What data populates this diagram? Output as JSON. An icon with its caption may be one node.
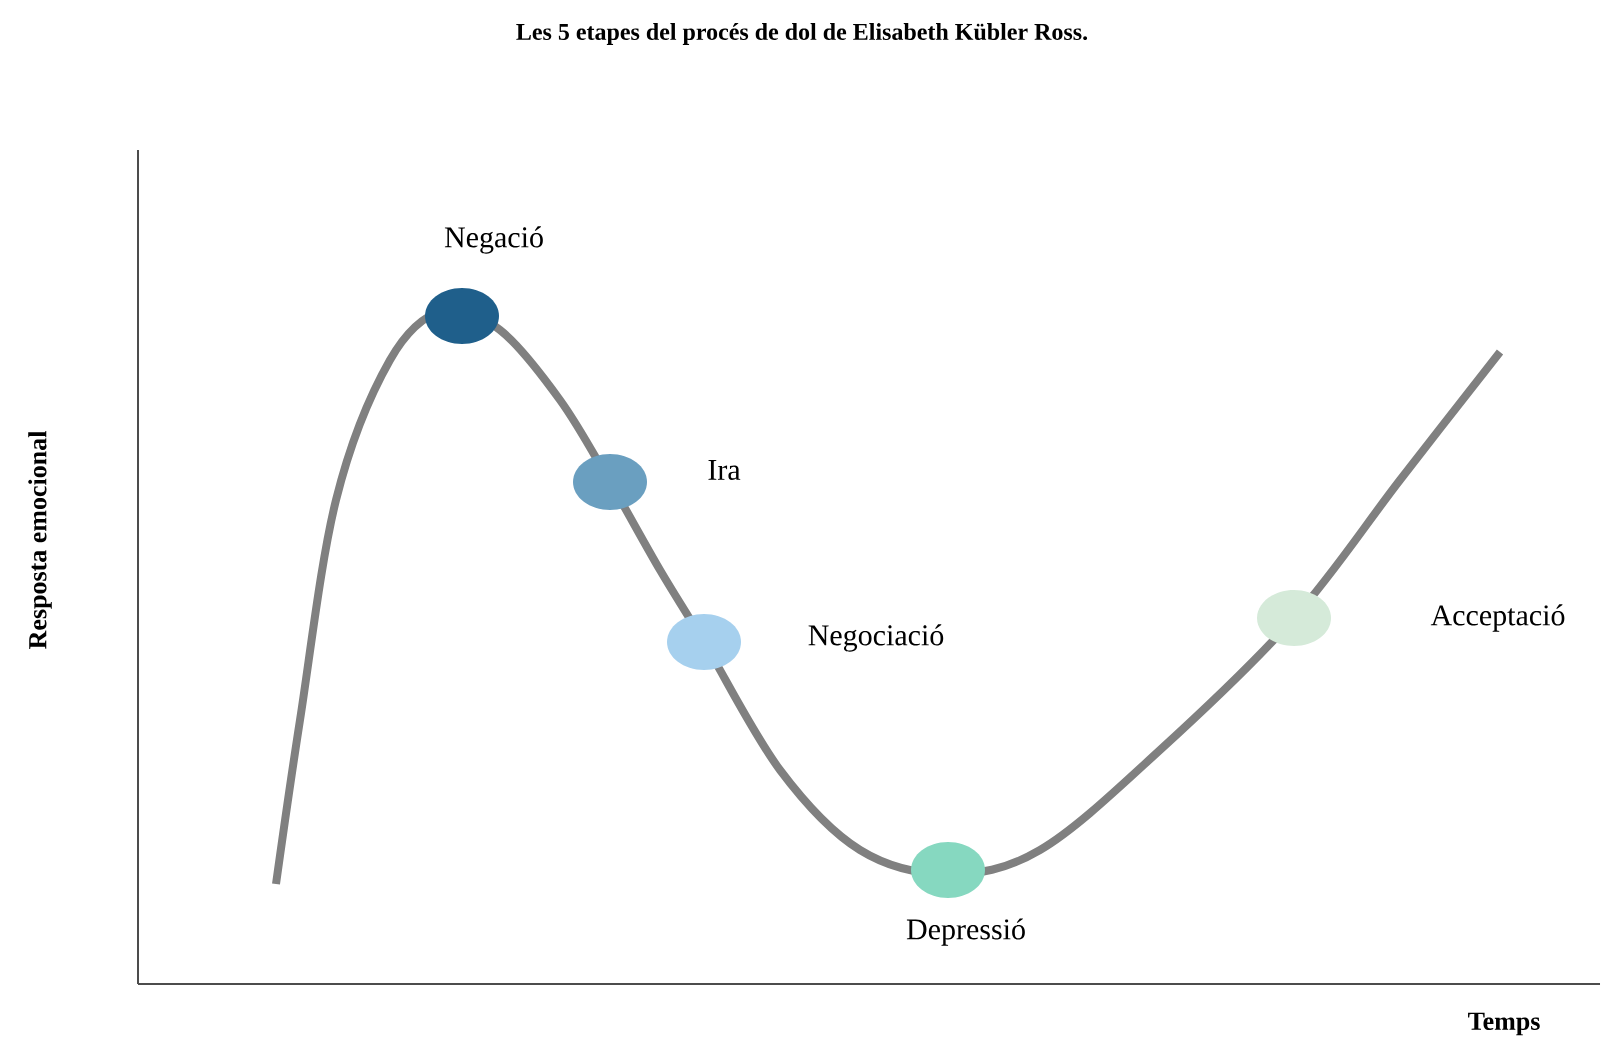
{
  "diagram": {
    "title": "Les 5 etapes del procés de dol de Elisabeth Kübler Ross.",
    "nodes": [
      {
        "text": [],
        "shape": "circle",
        "beside": [
          "Negació"
        ]
      },
      {
        "text": [],
        "shape": "circle",
        "beside": [
          "Ira"
        ]
      },
      {
        "text": [],
        "shape": "circle",
        "beside": [
          "Negociació"
        ]
      },
      {
        "text": [],
        "shape": "circle",
        "beside": [
          "Depressió"
        ]
      },
      {
        "text": [],
        "shape": "circle",
        "beside": [
          "Acceptació"
        ]
      }
    ],
    "labels": [
      "Resposta emocional",
      "Temps"
    ]
  }
}
